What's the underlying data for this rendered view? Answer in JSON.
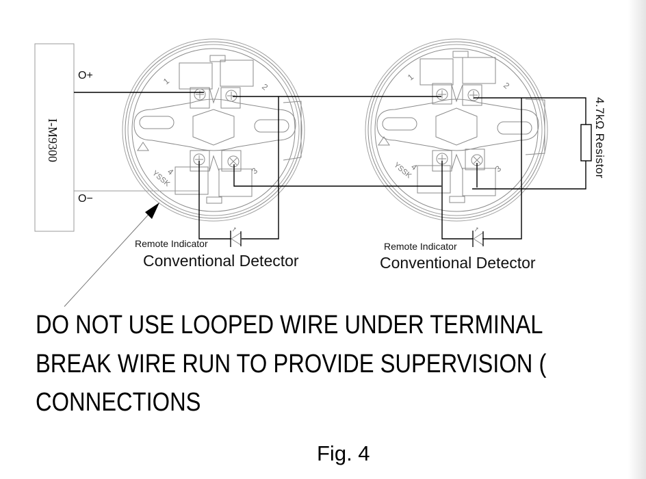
{
  "module": {
    "label": "I-M9300",
    "positive_terminal": "O+",
    "negative_terminal": "O−"
  },
  "detectors": [
    {
      "title": "Conventional Detector",
      "remote_indicator_label": "Remote Indicator",
      "terminal_numbers": [
        "1",
        "2",
        "3",
        "4"
      ],
      "base_marking": "YSSK"
    },
    {
      "title": "Conventional Detector",
      "remote_indicator_label": "Remote Indicator",
      "terminal_numbers": [
        "1",
        "2",
        "3",
        "4"
      ],
      "base_marking": "YSSK"
    }
  ],
  "end_of_line": {
    "label": "4.7kΩ  Resistor"
  },
  "warning": {
    "lines": [
      "DO NOT USE LOOPED WIRE UNDER TERMINAL",
      "BREAK WIRE RUN TO PROVIDE SUPERVISION (",
      "CONNECTIONS"
    ]
  },
  "caption": "Fig. 4"
}
